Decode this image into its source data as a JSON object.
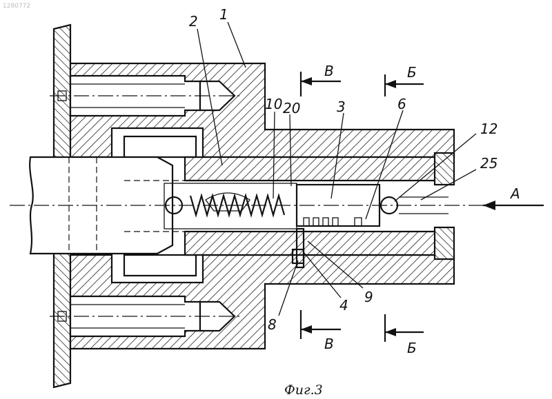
{
  "watermark": "1280772",
  "caption": "Фиг.3",
  "part_labels": [
    "1",
    "2",
    "10",
    "20",
    "3",
    "6",
    "12",
    "25",
    "8",
    "4",
    "9"
  ],
  "section_labels": {
    "top_left": "В",
    "top_right": "Б",
    "bottom_left": "В",
    "bottom_right": "Б"
  },
  "flow_label": "A"
}
